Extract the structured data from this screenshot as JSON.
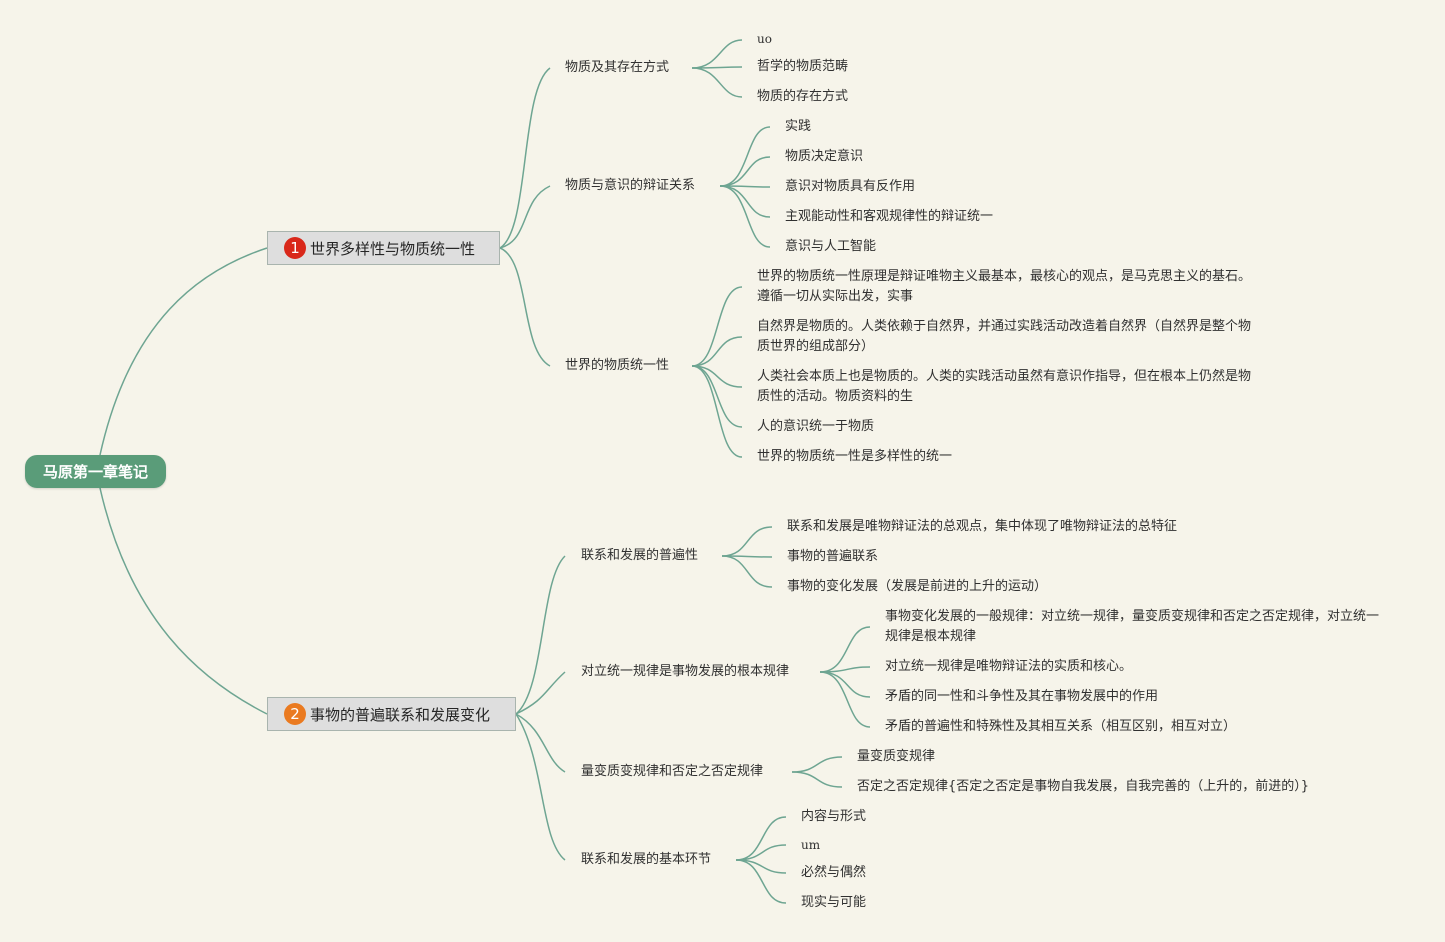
{
  "root": {
    "title": "马原第一章笔记"
  },
  "branches": [
    {
      "number": "1",
      "title": "世界多样性与物质统一性",
      "subtopics": [
        {
          "title": "物质及其存在方式",
          "leaves": [
            "uo",
            "哲学的物质范畴",
            "物质的存在方式"
          ]
        },
        {
          "title": "物质与意识的辩证关系",
          "leaves": [
            "实践",
            "物质决定意识",
            "意识对物质具有反作用",
            "主观能动性和客观规律性的辩证统一",
            "意识与人工智能"
          ]
        },
        {
          "title": "世界的物质统一性",
          "leaves": [
            "世界的物质统一性原理是辩证唯物主义最基本，最核心的观点，是马克思主义的基石。遵循一切从实际出发，实事",
            "自然界是物质的。人类依赖于自然界，并通过实践活动改造着自然界（自然界是整个物质世界的组成部分）",
            "人类社会本质上也是物质的。人类的实践活动虽然有意识作指导，但在根本上仍然是物质性的活动。物质资料的生",
            "人的意识统一于物质",
            "世界的物质统一性是多样性的统一"
          ]
        }
      ]
    },
    {
      "number": "2",
      "title": "事物的普遍联系和发展变化",
      "subtopics": [
        {
          "title": "联系和发展的普遍性",
          "leaves": [
            "联系和发展是唯物辩证法的总观点，集中体现了唯物辩证法的总特征",
            "事物的普遍联系",
            "事物的变化发展（发展是前进的上升的运动）"
          ]
        },
        {
          "title": "对立统一规律是事物发展的根本规律",
          "leaves": [
            "事物变化发展的一般规律：对立统一规律，量变质变规律和否定之否定规律，对立统一规律是根本规律",
            "对立统一规律是唯物辩证法的实质和核心。",
            "矛盾的同一性和斗争性及其在事物发展中的作用",
            "矛盾的普遍性和特殊性及其相互关系（相互区别，相互对立）"
          ]
        },
        {
          "title": "量变质变规律和否定之否定规律",
          "leaves": [
            "量变质变规律",
            "否定之否定规律{否定之否定是事物自我发展，自我完善的（上升的，前进的）}"
          ]
        },
        {
          "title": "联系和发展的基本环节",
          "leaves": [
            "内容与形式",
            "um",
            "必然与偶然",
            "现实与可能"
          ]
        }
      ]
    }
  ],
  "colors": {
    "root_fill": "#5a9c79",
    "link": "#6ea592",
    "badge_1": "#d9281a",
    "badge_2": "#ea7a20",
    "background": "#f6f4ea"
  }
}
